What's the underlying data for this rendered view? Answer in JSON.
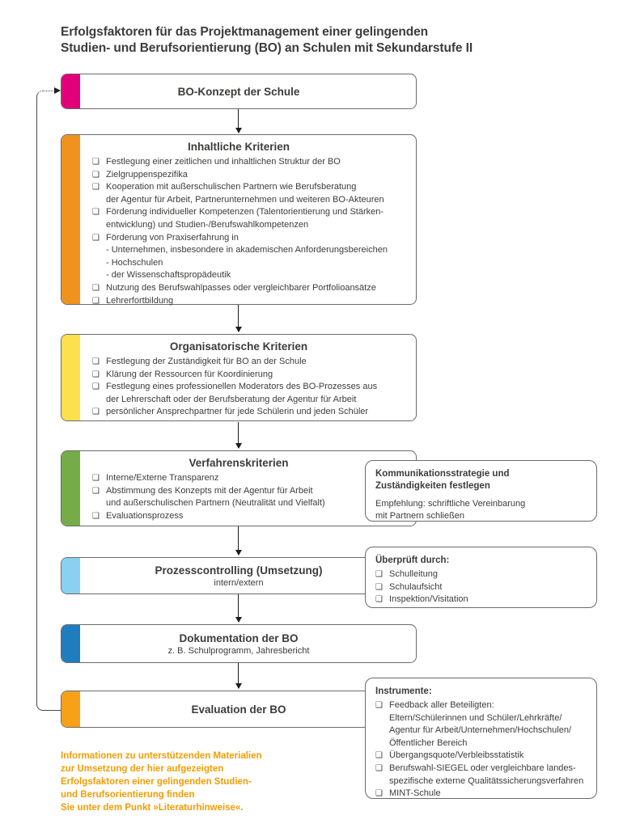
{
  "title": {
    "lines": [
      "Erfolgsfaktoren für das Projektmanagement einer gelingenden",
      "Studien- und Berufsorientierung (BO) an Schulen mit Sekundarstufe II"
    ]
  },
  "icons": {
    "bullet": "❑"
  },
  "colors": {
    "text": "#3c3c3b",
    "box_border": "#6b6b6a",
    "connector": "#1d1d1b",
    "note_text": "#f59c00"
  },
  "boxes": {
    "konzept": {
      "title": "BO-Konzept der Schule",
      "bar_color": "#e2007a"
    },
    "inhaltlich": {
      "title": "Inhaltliche Kriterien",
      "bar_color": "#f0931e",
      "items": [
        {
          "lines": [
            "Festlegung einer zeitlichen und inhaltlichen Struktur der BO"
          ]
        },
        {
          "lines": [
            "Zielgruppenspezifika"
          ]
        },
        {
          "lines": [
            "Kooperation mit außerschulischen Partnern wie Berufsberatung",
            "der Agentur für Arbeit, Partnerunternehmen und weiteren BO-Akteuren"
          ]
        },
        {
          "lines": [
            "Förderung individueller Kompetenzen (Talentorientierung und Stärken-",
            "entwicklung) und Studien-/Berufswahlkompetenzen"
          ]
        },
        {
          "lines": [
            "Förderung von Praxiserfahrung in",
            "- Unternehmen, insbesondere in akademischen Anforderungsbereichen",
            "- Hochschulen",
            "- der Wissenschaftspropädeutik"
          ]
        },
        {
          "lines": [
            "Nutzung des Berufswahlpasses oder vergleichbarer Portfolioansätze"
          ]
        },
        {
          "lines": [
            "Lehrerfortbildung"
          ]
        }
      ]
    },
    "organisatorisch": {
      "title": "Organisatorische Kriterien",
      "bar_color": "#fce04e",
      "items": [
        {
          "lines": [
            "Festlegung der Zuständigkeit für BO an der Schule"
          ]
        },
        {
          "lines": [
            "Klärung der Ressourcen für Koordinierung"
          ]
        },
        {
          "lines": [
            "Festlegung eines professionellen Moderators des BO-Prozesses aus",
            "der Lehrerschaft oder der Berufsberatung der Agentur für Arbeit"
          ]
        },
        {
          "lines": [
            "persönlicher Ansprechpartner für jede Schülerin und jeden Schüler"
          ]
        }
      ]
    },
    "verfahren": {
      "title": "Verfahrenskriterien",
      "bar_color": "#76ac47",
      "items": [
        {
          "lines": [
            "Interne/Externe Transparenz"
          ]
        },
        {
          "lines": [
            "Abstimmung des Konzepts mit der Agentur für Arbeit",
            "und außerschulischen Partnern (Neutralität und Vielfalt)"
          ]
        },
        {
          "lines": [
            "Evaluationsprozess"
          ]
        }
      ]
    },
    "prozesscontrolling": {
      "title": "Prozesscontrolling (Umsetzung)",
      "subtitle": "intern/extern",
      "bar_color": "#8ad0f0"
    },
    "dokumentation": {
      "title": "Dokumentation der BO",
      "subtitle": "z. B. Schulprogramm, Jahresbericht",
      "bar_color": "#1f7dbe"
    },
    "evaluation": {
      "title": "Evaluation der BO",
      "bar_color": "#f6a117"
    }
  },
  "side_boxes": {
    "kommunikation": {
      "heading_lines": [
        "Kommunikationsstrategie und",
        "Zuständigkeiten festlegen"
      ],
      "body_lines": [
        "Empfehlung: schriftliche Vereinbarung",
        "mit Partnern schließen"
      ]
    },
    "ueberprueft": {
      "heading": "Überprüft durch:",
      "items": [
        "Schulleitung",
        "Schulaufsicht",
        "Inspektion/Visitation"
      ]
    },
    "instrumente": {
      "heading": "Instrumente:",
      "items": [
        {
          "lines": [
            "Feedback aller Beteiligten:",
            "Eltern/Schülerinnen und Schüler/Lehrkräfte/",
            "Agentur für Arbeit/Unternehmen/Hochschulen/",
            "Öffentlicher Bereich"
          ]
        },
        {
          "lines": [
            "Übergangsquote/Verbleibsstatistik"
          ]
        },
        {
          "lines": [
            "Berufswahl-SIEGEL oder vergleichbare landes-",
            "spezifische externe Qualitätssicherungsverfahren"
          ]
        },
        {
          "lines": [
            "MINT-Schule"
          ]
        }
      ]
    }
  },
  "footer_note": {
    "lines": [
      "Informationen zu unterstützenden Materialien",
      "zur Umsetzung der hier aufgezeigten",
      "Erfolgsfaktoren einer gelingenden Studien-",
      "und Berufsorientierung finden",
      "Sie unter dem Punkt »Literaturhinweise«."
    ]
  }
}
